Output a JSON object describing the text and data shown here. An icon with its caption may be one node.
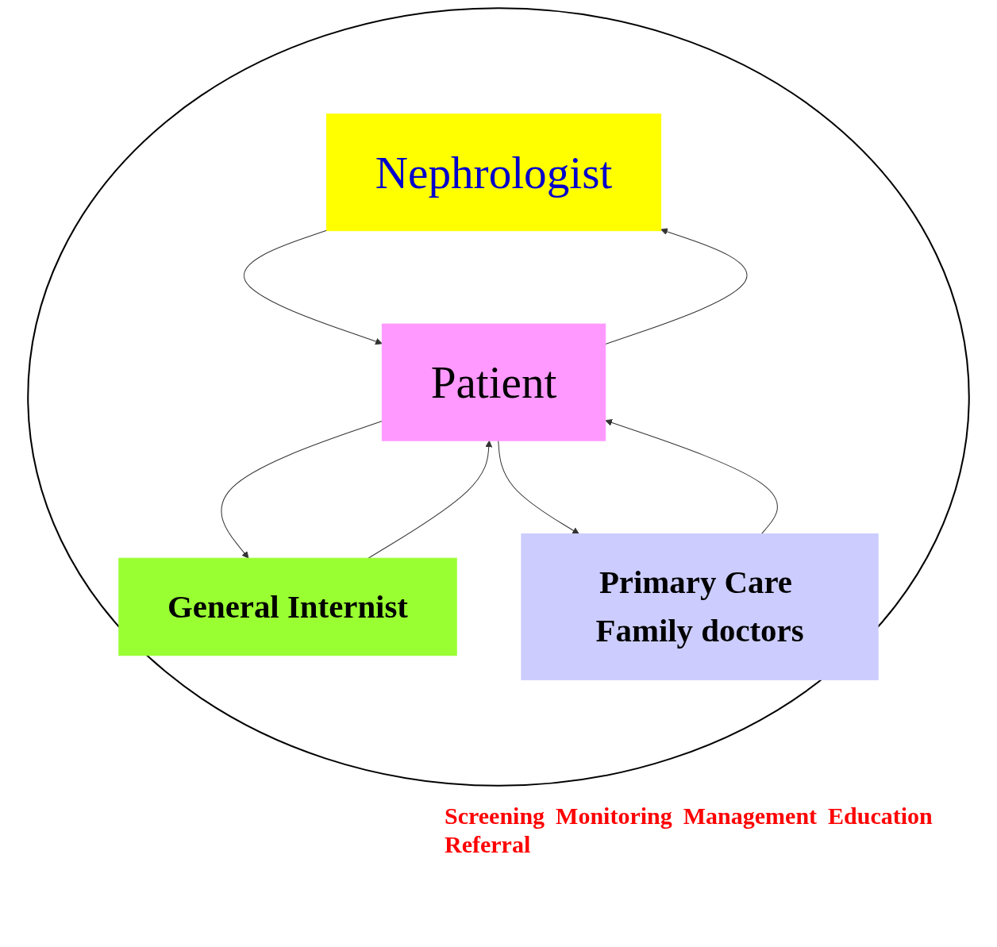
{
  "diagram": {
    "nodes": [
      {
        "text": [],
        "shape": "circle"
      },
      {
        "text": [
          "Nephrologist"
        ],
        "in": 0
      },
      {
        "text": [
          "Patient"
        ],
        "in": 0
      },
      {
        "text": [
          "General Internist"
        ],
        "in": 0
      },
      {
        "text": [
          "Primary Care Family doctors"
        ],
        "in": 0
      }
    ],
    "edges": [
      {
        "from": 1,
        "to": 2,
        "arrow": "to"
      },
      {
        "from": 2,
        "to": 1,
        "arrow": "to"
      },
      {
        "from": 2,
        "to": 3,
        "arrow": "to"
      },
      {
        "from": 3,
        "to": 2,
        "arrow": "to"
      },
      {
        "from": 4,
        "to": 2,
        "arrow": "to"
      },
      {
        "from": 2,
        "to": 4,
        "arrow": "to"
      }
    ],
    "labels": [
      "Screening",
      "Monitoring",
      "Management",
      "Education",
      "Referral"
    ]
  }
}
